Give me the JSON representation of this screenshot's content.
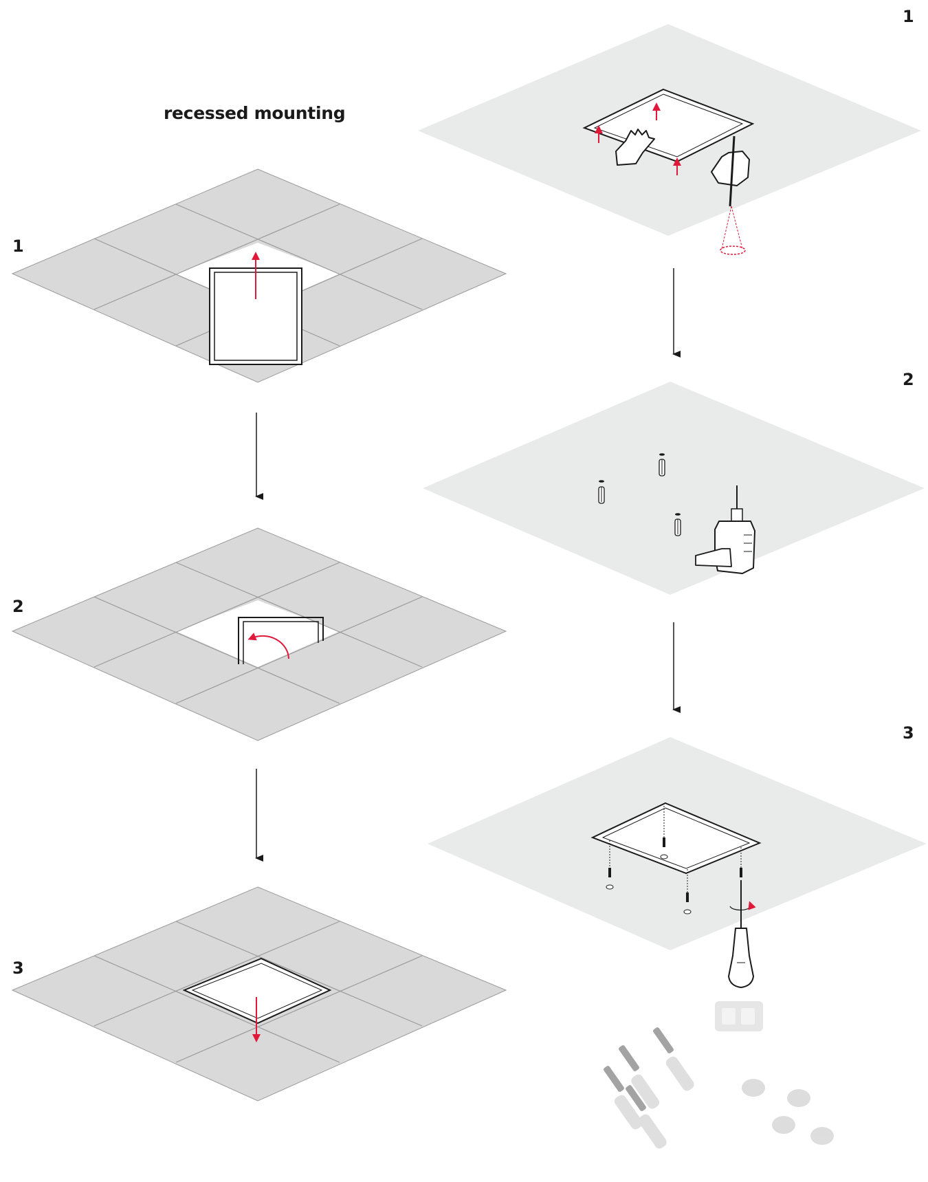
{
  "title": "recessed mounting",
  "left_steps": [
    "1",
    "2",
    "3"
  ],
  "right_steps": [
    "1",
    "2",
    "3"
  ],
  "colors": {
    "tile": "#d9d9d9",
    "tile_line": "#9a9a9a",
    "ceiling": "#e9ebeb",
    "accent": "#e0193a",
    "ink": "#1a1a1a"
  }
}
